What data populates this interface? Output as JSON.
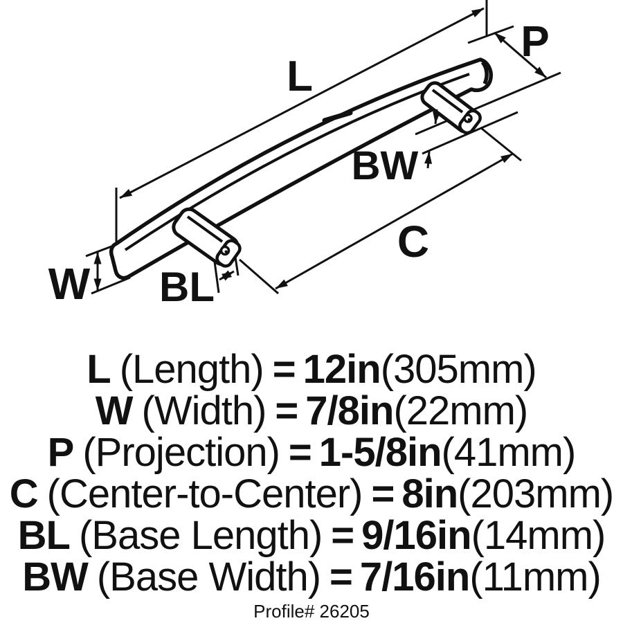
{
  "diagram": {
    "labels": {
      "length": "L",
      "width": "W",
      "projection": "P",
      "center_to_center": "C",
      "base_length": "BL",
      "base_width": "BW"
    }
  },
  "specs": [
    {
      "code": "L",
      "name": "(Length)",
      "equals": "=",
      "value": "12in",
      "metric": "(305mm)"
    },
    {
      "code": "W",
      "name": "(Width)",
      "equals": "=",
      "value": "7/8in",
      "metric": "(22mm)"
    },
    {
      "code": "P",
      "name": "(Projection)",
      "equals": "=",
      "value": "1-5/8in",
      "metric": "(41mm)"
    },
    {
      "code": "C",
      "name": "(Center-to-Center)",
      "equals": "=",
      "value": "8in",
      "metric": "(203mm)"
    },
    {
      "code": "BL",
      "name": "(Base Length)",
      "equals": "=",
      "value": "9/16in",
      "metric": "(14mm)"
    },
    {
      "code": "BW",
      "name": "(Base Width)",
      "equals": "=",
      "value": "7/16in",
      "metric": "(11mm)"
    }
  ],
  "footer": {
    "profile_label": "Profile# 26205"
  },
  "colors": {
    "ink": "#111111",
    "background": "#ffffff"
  }
}
